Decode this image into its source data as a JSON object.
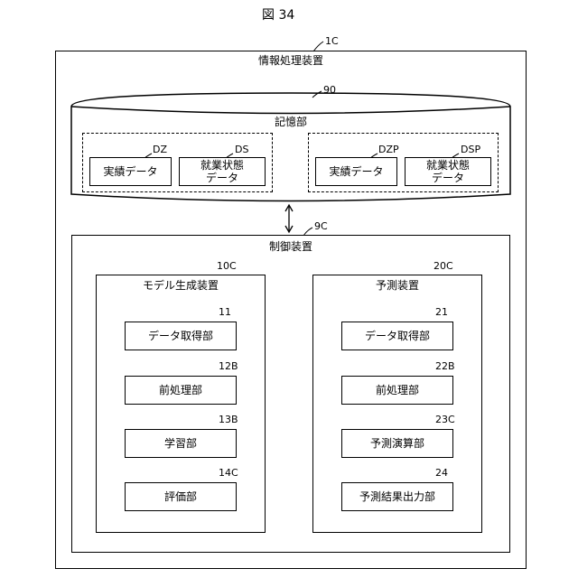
{
  "figure": {
    "title": "図 34"
  },
  "device": {
    "label": "情報処理装置",
    "ref": "1C"
  },
  "storage": {
    "label": "記憶部",
    "ref": "90",
    "left_group": {
      "items": [
        {
          "label": "実績データ",
          "ref": "DZ"
        },
        {
          "label_line1": "就業状態",
          "label_line2": "データ",
          "ref": "DS"
        }
      ]
    },
    "right_group": {
      "items": [
        {
          "label": "実績データ",
          "ref": "DZP"
        },
        {
          "label_line1": "就業状態",
          "label_line2": "データ",
          "ref": "DSP"
        }
      ]
    }
  },
  "control": {
    "label": "制御装置",
    "ref": "9C",
    "model_gen": {
      "label": "モデル生成装置",
      "ref": "10C",
      "units": [
        {
          "label": "データ取得部",
          "ref": "11"
        },
        {
          "label": "前処理部",
          "ref": "12B"
        },
        {
          "label": "学習部",
          "ref": "13B"
        },
        {
          "label": "評価部",
          "ref": "14C"
        }
      ]
    },
    "prediction": {
      "label": "予測装置",
      "ref": "20C",
      "units": [
        {
          "label": "データ取得部",
          "ref": "21"
        },
        {
          "label": "前処理部",
          "ref": "22B"
        },
        {
          "label": "予測演算部",
          "ref": "23C"
        },
        {
          "label": "予測結果出力部",
          "ref": "24"
        }
      ]
    }
  }
}
